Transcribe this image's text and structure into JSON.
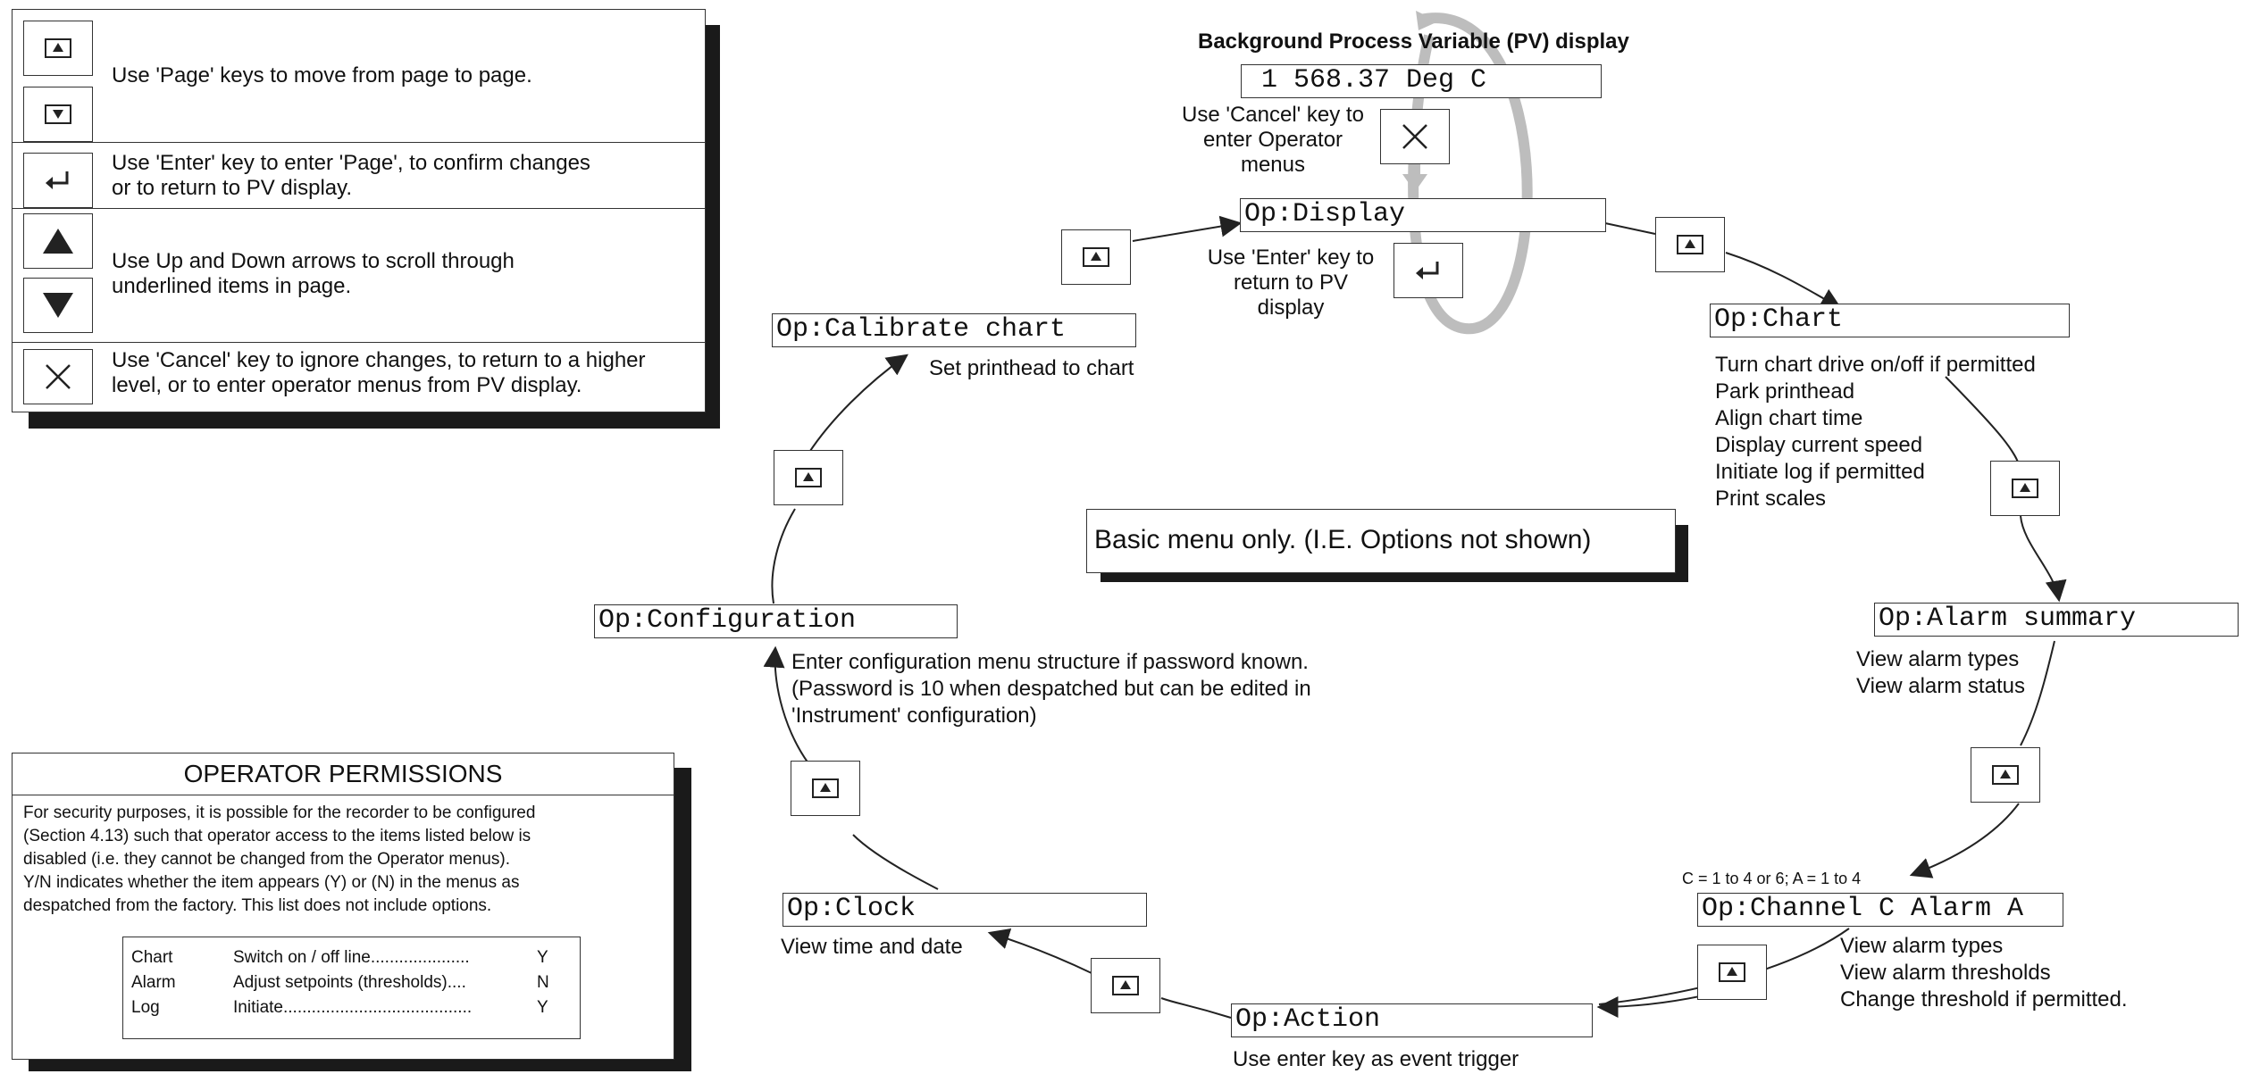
{
  "legend": {
    "page_keys": "Use 'Page' keys to move from page to page.",
    "enter_key_1": "Use 'Enter' key to enter 'Page', to confirm changes",
    "enter_key_2": "or to return to PV display.",
    "arrows_1": "Use Up and Down arrows to scroll through",
    "arrows_2": "underlined items in page.",
    "cancel_1": "Use 'Cancel' key to ignore changes, to return to a higher",
    "cancel_2": "level,  or to enter operator menus from PV display."
  },
  "pv": {
    "title": "Background Process Variable (PV) display",
    "value": "1 568.37 Deg C",
    "cancel_note_1": "Use 'Cancel' key to",
    "cancel_note_2": "enter Operator",
    "cancel_note_3": "menus",
    "enter_note_1": "Use 'Enter' key to",
    "enter_note_2": "return to PV",
    "enter_note_3": "display"
  },
  "menus": {
    "display": "Op:Display",
    "chart": "Op:Chart",
    "alarm_summary": "Op:Alarm summary",
    "channel_alarm": "Op:Channel C Alarm A",
    "action": "Op:Action",
    "clock": "Op:Clock",
    "configuration": "Op:Configuration",
    "calibrate": "Op:Calibrate chart"
  },
  "descriptions": {
    "chart": [
      "Turn chart drive on/off if permitted",
      "Park printhead",
      "Align chart time",
      "Display current speed",
      "Initiate log if permitted",
      "Print scales"
    ],
    "alarm_summary": [
      "View alarm types",
      "View alarm status"
    ],
    "channel_note": "C = 1 to 4 or 6; A = 1 to 4",
    "channel_alarm": [
      "View alarm types",
      "View alarm thresholds",
      "Change threshold if permitted."
    ],
    "action": "Use enter key as event trigger",
    "clock": "View time and date",
    "configuration": [
      "Enter configuration menu structure if password known.",
      "(Password is 10 when despatched but can be edited in",
      "'Instrument' configuration)"
    ],
    "calibrate": "Set printhead to chart"
  },
  "basic_note": "Basic menu only.  (I.E. Options not shown)",
  "permissions": {
    "title": "OPERATOR PERMISSIONS",
    "text": [
      "For security purposes,  it is possible for the recorder to be configured",
      "(Section 4.13) such that operator access to the items listed below is",
      "disabled (i.e. they cannot be changed from the Operator menus).",
      "Y/N indicates whether the item appears (Y) or (N) in the menus as",
      "despatched from the factory.  This list does not include options."
    ],
    "rows": [
      {
        "item": "Chart",
        "desc": "Switch on / off line.....................",
        "value": "Y"
      },
      {
        "item": "Alarm",
        "desc": "Adjust setpoints (thresholds)....",
        "value": "N"
      },
      {
        "item": "Log",
        "desc": "Initiate........................................",
        "value": "Y"
      }
    ]
  },
  "icons": {
    "page_up": "page-up-icon",
    "page_down": "page-down-icon",
    "enter": "enter-icon",
    "up": "up-arrow-icon",
    "down": "down-arrow-icon",
    "cancel": "cancel-icon"
  }
}
